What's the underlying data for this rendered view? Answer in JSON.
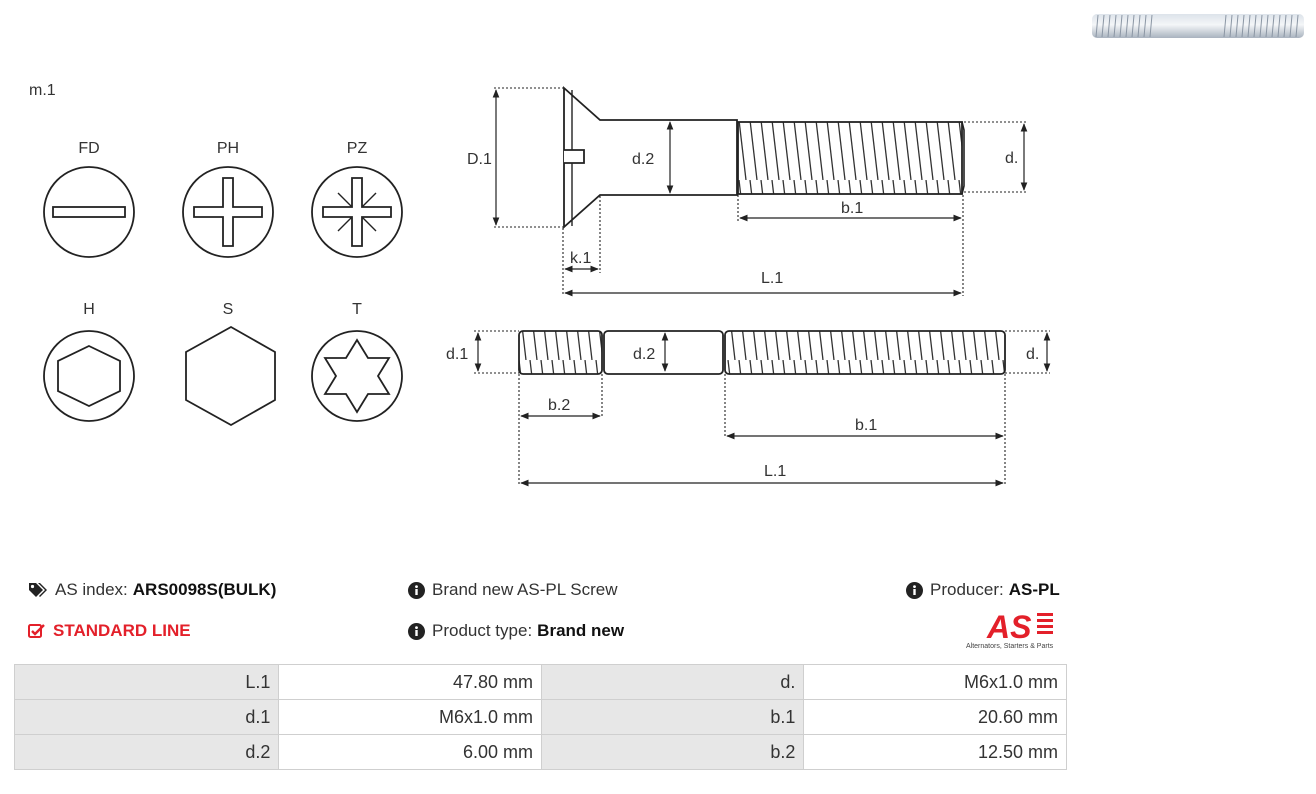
{
  "drawing": {
    "model_label": "m.1",
    "head_types": [
      {
        "code": "FD",
        "icon": "flat-slot-icon"
      },
      {
        "code": "PH",
        "icon": "phillips-icon"
      },
      {
        "code": "PZ",
        "icon": "pozidriv-icon"
      },
      {
        "code": "H",
        "icon": "hex-socket-icon"
      },
      {
        "code": "S",
        "icon": "hex-head-icon"
      },
      {
        "code": "T",
        "icon": "torx-icon"
      }
    ],
    "screw_labels": {
      "D1": "D.1",
      "d2": "d.2",
      "d": "d.",
      "b1": "b.1",
      "k1": "k.1",
      "L1": "L.1"
    },
    "stud_labels": {
      "d1": "d.1",
      "d2": "d.2",
      "d": "d.",
      "b2": "b.2",
      "b1": "b.1",
      "L1": "L.1"
    }
  },
  "info": {
    "as_index_label": "AS index:",
    "as_index_value": "ARS0098S(BULK)",
    "line_label": "STANDARD LINE",
    "desc": "Brand new AS-PL Screw",
    "product_type_label": "Product type:",
    "product_type_value": "Brand new",
    "producer_label": "Producer:",
    "producer_value": "AS-PL"
  },
  "logo": {
    "text": "AS",
    "tagline": "Alternators, Starters & Parts",
    "color": "#e3202a"
  },
  "specs": [
    {
      "label": "L.1",
      "value": "47.80 mm",
      "label2": "d.",
      "value2": "M6x1.0 mm"
    },
    {
      "label": "d.1",
      "value": "M6x1.0 mm",
      "label2": "b.1",
      "value2": "20.60 mm"
    },
    {
      "label": "d.2",
      "value": "6.00 mm",
      "label2": "b.2",
      "value2": "12.50 mm"
    }
  ]
}
